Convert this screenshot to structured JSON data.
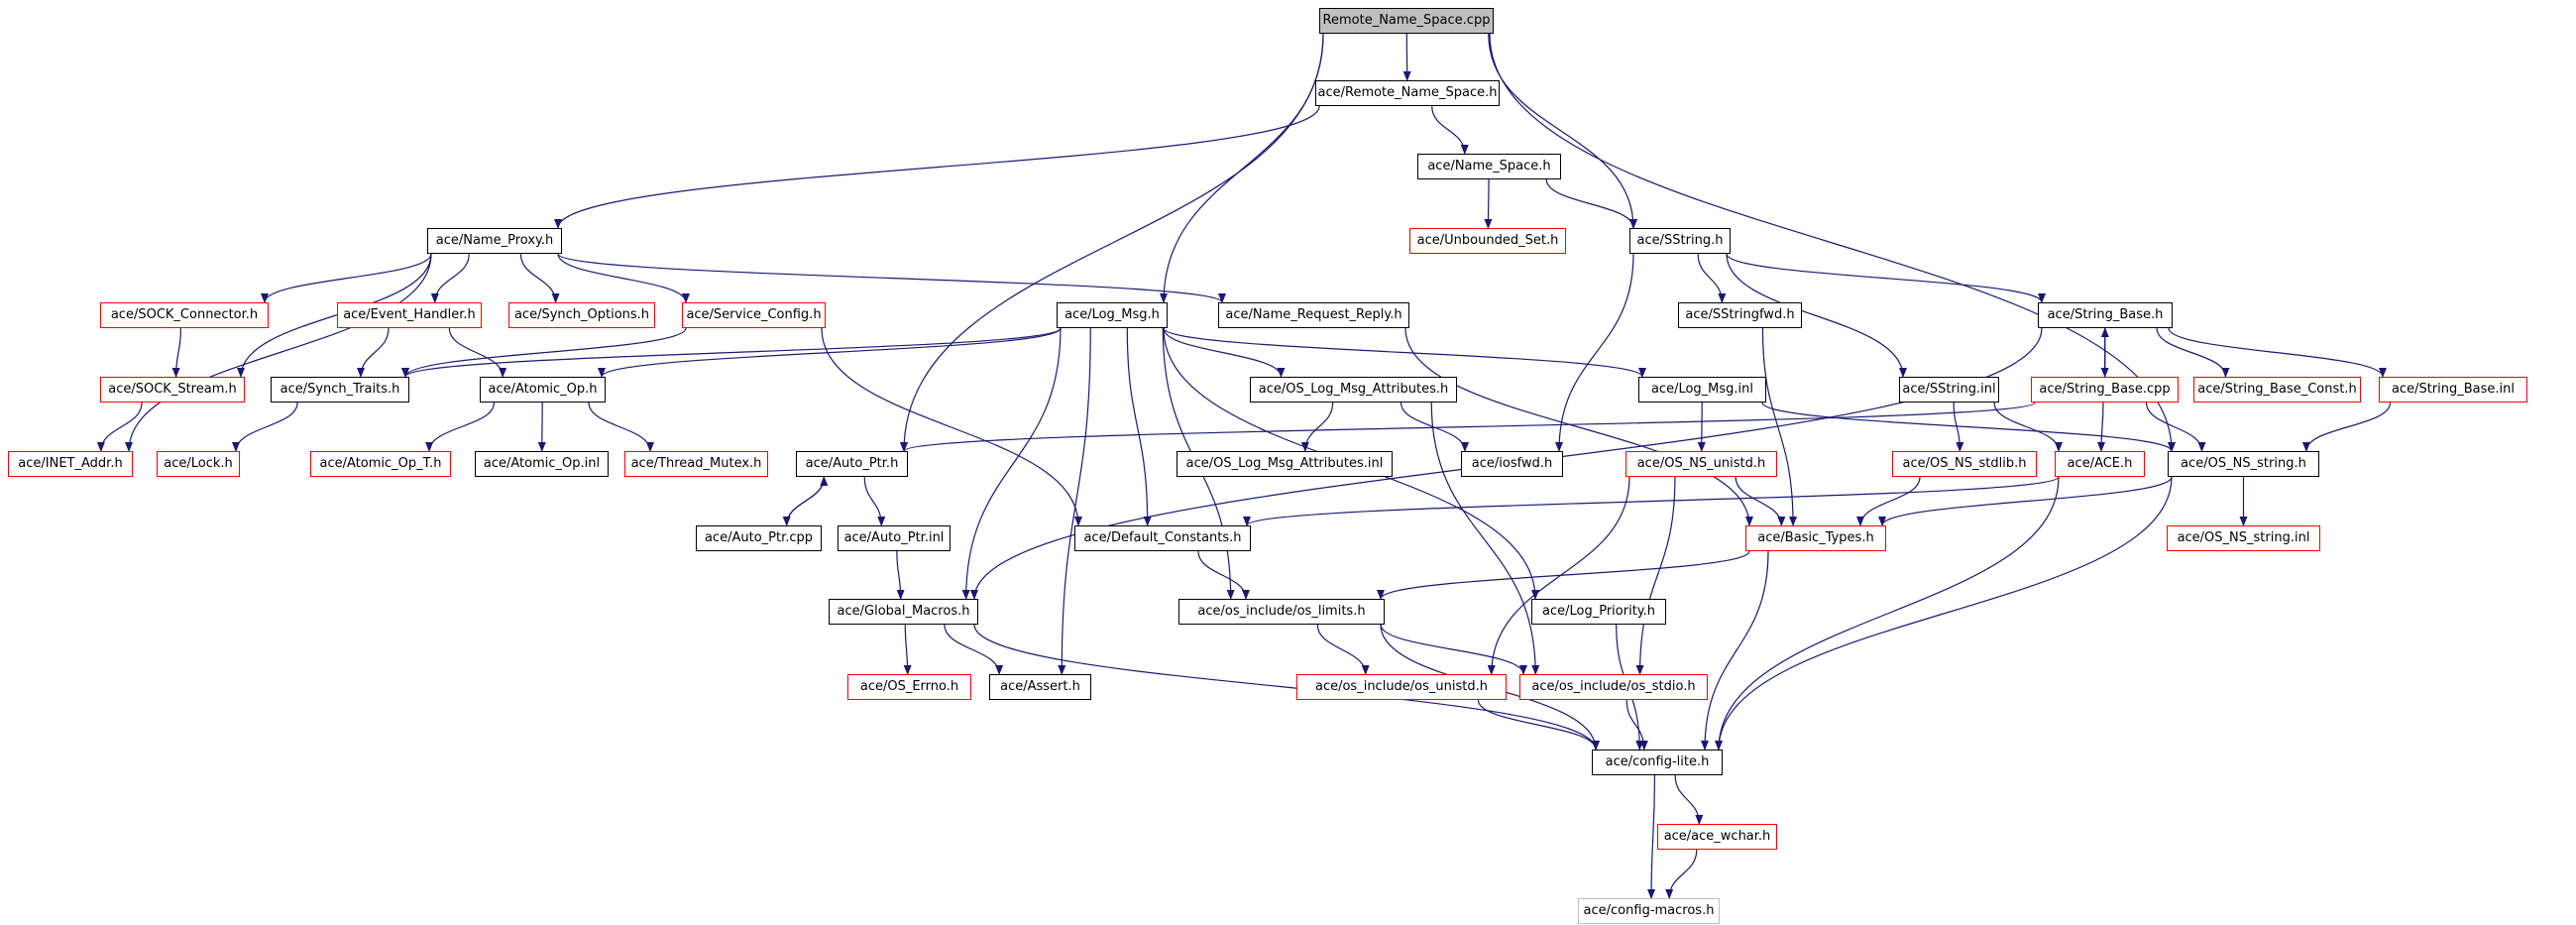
{
  "graph": {
    "edge_color": "#191970",
    "nodes": [
      {
        "id": "remote_name_space_cpp",
        "label": "Remote_Name_Space.cpp",
        "style": "root"
      },
      {
        "id": "remote_name_space_h",
        "label": "ace/Remote_Name_Space.h",
        "style": "black"
      },
      {
        "id": "name_space_h",
        "label": "ace/Name_Space.h",
        "style": "black"
      },
      {
        "id": "unbounded_set_h",
        "label": "ace/Unbounded_Set.h",
        "style": "red"
      },
      {
        "id": "sstring_h",
        "label": "ace/SString.h",
        "style": "black"
      },
      {
        "id": "name_proxy_h",
        "label": "ace/Name_Proxy.h",
        "style": "black"
      },
      {
        "id": "sock_connector_h",
        "label": "ace/SOCK_Connector.h",
        "style": "red"
      },
      {
        "id": "event_handler_h",
        "label": "ace/Event_Handler.h",
        "style": "red"
      },
      {
        "id": "synch_options_h",
        "label": "ace/Synch_Options.h",
        "style": "red"
      },
      {
        "id": "service_config_h",
        "label": "ace/Service_Config.h",
        "style": "red"
      },
      {
        "id": "log_msg_h",
        "label": "ace/Log_Msg.h",
        "style": "black"
      },
      {
        "id": "name_request_reply_h",
        "label": "ace/Name_Request_Reply.h",
        "style": "black"
      },
      {
        "id": "sstringfwd_h",
        "label": "ace/SStringfwd.h",
        "style": "black"
      },
      {
        "id": "string_base_h",
        "label": "ace/String_Base.h",
        "style": "black"
      },
      {
        "id": "sock_stream_h",
        "label": "ace/SOCK_Stream.h",
        "style": "red"
      },
      {
        "id": "synch_traits_h",
        "label": "ace/Synch_Traits.h",
        "style": "black"
      },
      {
        "id": "atomic_op_h",
        "label": "ace/Atomic_Op.h",
        "style": "black"
      },
      {
        "id": "os_log_msg_attributes_h",
        "label": "ace/OS_Log_Msg_Attributes.h",
        "style": "black"
      },
      {
        "id": "log_msg_inl",
        "label": "ace/Log_Msg.inl",
        "style": "black"
      },
      {
        "id": "sstring_inl",
        "label": "ace/SString.inl",
        "style": "black"
      },
      {
        "id": "string_base_cpp",
        "label": "ace/String_Base.cpp",
        "style": "red"
      },
      {
        "id": "string_base_const_h",
        "label": "ace/String_Base_Const.h",
        "style": "red"
      },
      {
        "id": "string_base_inl",
        "label": "ace/String_Base.inl",
        "style": "red"
      },
      {
        "id": "inet_addr_h",
        "label": "ace/INET_Addr.h",
        "style": "red"
      },
      {
        "id": "lock_h",
        "label": "ace/Lock.h",
        "style": "red"
      },
      {
        "id": "atomic_op_t_h",
        "label": "ace/Atomic_Op_T.h",
        "style": "red"
      },
      {
        "id": "atomic_op_inl",
        "label": "ace/Atomic_Op.inl",
        "style": "black"
      },
      {
        "id": "thread_mutex_h",
        "label": "ace/Thread_Mutex.h",
        "style": "red"
      },
      {
        "id": "auto_ptr_h",
        "label": "ace/Auto_Ptr.h",
        "style": "black"
      },
      {
        "id": "os_log_msg_attributes_inl",
        "label": "ace/OS_Log_Msg_Attributes.inl",
        "style": "black"
      },
      {
        "id": "iosfwd_h",
        "label": "ace/iosfwd.h",
        "style": "black"
      },
      {
        "id": "os_ns_unistd_h",
        "label": "ace/OS_NS_unistd.h",
        "style": "red"
      },
      {
        "id": "os_ns_stdlib_h",
        "label": "ace/OS_NS_stdlib.h",
        "style": "red"
      },
      {
        "id": "ace_h",
        "label": "ace/ACE.h",
        "style": "red"
      },
      {
        "id": "os_ns_string_h",
        "label": "ace/OS_NS_string.h",
        "style": "black"
      },
      {
        "id": "auto_ptr_cpp",
        "label": "ace/Auto_Ptr.cpp",
        "style": "black"
      },
      {
        "id": "auto_ptr_inl",
        "label": "ace/Auto_Ptr.inl",
        "style": "black"
      },
      {
        "id": "default_constants_h",
        "label": "ace/Default_Constants.h",
        "style": "black"
      },
      {
        "id": "basic_types_h",
        "label": "ace/Basic_Types.h",
        "style": "red"
      },
      {
        "id": "os_ns_string_inl",
        "label": "ace/OS_NS_string.inl",
        "style": "red"
      },
      {
        "id": "global_macros_h",
        "label": "ace/Global_Macros.h",
        "style": "black"
      },
      {
        "id": "os_limits_h",
        "label": "ace/os_include/os_limits.h",
        "style": "black"
      },
      {
        "id": "log_priority_h",
        "label": "ace/Log_Priority.h",
        "style": "black"
      },
      {
        "id": "os_errno_h",
        "label": "ace/OS_Errno.h",
        "style": "red"
      },
      {
        "id": "assert_h",
        "label": "ace/Assert.h",
        "style": "black"
      },
      {
        "id": "os_unistd_h",
        "label": "ace/os_include/os_unistd.h",
        "style": "red"
      },
      {
        "id": "os_stdio_h",
        "label": "ace/os_include/os_stdio.h",
        "style": "red"
      },
      {
        "id": "config_lite_h",
        "label": "ace/config-lite.h",
        "style": "black"
      },
      {
        "id": "ace_wchar_h",
        "label": "ace/ace_wchar.h",
        "style": "red"
      },
      {
        "id": "config_macros_h",
        "label": "ace/config-macros.h",
        "style": "gray"
      }
    ],
    "edges": [
      [
        "remote_name_space_cpp",
        "remote_name_space_h"
      ],
      [
        "remote_name_space_cpp",
        "sstring_h"
      ],
      [
        "remote_name_space_cpp",
        "log_msg_h"
      ],
      [
        "remote_name_space_cpp",
        "auto_ptr_h"
      ],
      [
        "remote_name_space_cpp",
        "os_ns_string_h"
      ],
      [
        "remote_name_space_h",
        "name_space_h"
      ],
      [
        "remote_name_space_h",
        "name_proxy_h"
      ],
      [
        "name_space_h",
        "unbounded_set_h"
      ],
      [
        "name_space_h",
        "sstring_h"
      ],
      [
        "name_proxy_h",
        "inet_addr_h"
      ],
      [
        "name_proxy_h",
        "sock_connector_h"
      ],
      [
        "name_proxy_h",
        "sock_stream_h"
      ],
      [
        "name_proxy_h",
        "event_handler_h"
      ],
      [
        "name_proxy_h",
        "synch_options_h"
      ],
      [
        "name_proxy_h",
        "service_config_h"
      ],
      [
        "name_proxy_h",
        "name_request_reply_h"
      ],
      [
        "sock_connector_h",
        "sock_stream_h"
      ],
      [
        "sock_stream_h",
        "inet_addr_h"
      ],
      [
        "event_handler_h",
        "synch_traits_h"
      ],
      [
        "event_handler_h",
        "atomic_op_h"
      ],
      [
        "service_config_h",
        "synch_traits_h"
      ],
      [
        "service_config_h",
        "default_constants_h"
      ],
      [
        "synch_traits_h",
        "lock_h"
      ],
      [
        "atomic_op_h",
        "atomic_op_t_h"
      ],
      [
        "atomic_op_h",
        "atomic_op_inl"
      ],
      [
        "atomic_op_h",
        "thread_mutex_h"
      ],
      [
        "log_msg_h",
        "synch_traits_h"
      ],
      [
        "log_msg_h",
        "atomic_op_h"
      ],
      [
        "log_msg_h",
        "global_macros_h"
      ],
      [
        "log_msg_h",
        "os_log_msg_attributes_h"
      ],
      [
        "log_msg_h",
        "log_msg_inl"
      ],
      [
        "log_msg_h",
        "default_constants_h"
      ],
      [
        "log_msg_h",
        "os_limits_h"
      ],
      [
        "log_msg_h",
        "log_priority_h"
      ],
      [
        "log_msg_h",
        "assert_h"
      ],
      [
        "name_request_reply_h",
        "basic_types_h"
      ],
      [
        "sstring_h",
        "sstringfwd_h"
      ],
      [
        "sstring_h",
        "string_base_h"
      ],
      [
        "sstring_h",
        "sstring_inl"
      ],
      [
        "sstring_h",
        "iosfwd_h"
      ],
      [
        "sstringfwd_h",
        "basic_types_h"
      ],
      [
        "string_base_h",
        "string_base_cpp"
      ],
      [
        "string_base_h",
        "string_base_const_h"
      ],
      [
        "string_base_h",
        "string_base_inl"
      ],
      [
        "string_base_h",
        "global_macros_h"
      ],
      [
        "string_base_cpp",
        "string_base_h"
      ],
      [
        "string_base_cpp",
        "auto_ptr_h"
      ],
      [
        "string_base_cpp",
        "ace_h"
      ],
      [
        "string_base_cpp",
        "os_ns_string_h"
      ],
      [
        "string_base_inl",
        "os_ns_string_h"
      ],
      [
        "os_log_msg_attributes_h",
        "os_log_msg_attributes_inl"
      ],
      [
        "os_log_msg_attributes_h",
        "iosfwd_h"
      ],
      [
        "os_log_msg_attributes_h",
        "os_stdio_h"
      ],
      [
        "log_msg_inl",
        "os_ns_unistd_h"
      ],
      [
        "log_msg_inl",
        "os_ns_string_h"
      ],
      [
        "sstring_inl",
        "os_ns_stdlib_h"
      ],
      [
        "sstring_inl",
        "ace_h"
      ],
      [
        "os_ns_stdlib_h",
        "basic_types_h"
      ],
      [
        "os_ns_unistd_h",
        "basic_types_h"
      ],
      [
        "os_ns_unistd_h",
        "os_unistd_h"
      ],
      [
        "os_ns_unistd_h",
        "os_stdio_h"
      ],
      [
        "ace_h",
        "default_constants_h"
      ],
      [
        "ace_h",
        "config_lite_h"
      ],
      [
        "os_ns_string_h",
        "os_ns_string_inl"
      ],
      [
        "os_ns_string_h",
        "basic_types_h"
      ],
      [
        "os_ns_string_h",
        "config_lite_h"
      ],
      [
        "auto_ptr_h",
        "auto_ptr_cpp"
      ],
      [
        "auto_ptr_h",
        "auto_ptr_inl"
      ],
      [
        "auto_ptr_cpp",
        "auto_ptr_h"
      ],
      [
        "auto_ptr_inl",
        "global_macros_h"
      ],
      [
        "default_constants_h",
        "os_limits_h"
      ],
      [
        "basic_types_h",
        "os_limits_h"
      ],
      [
        "basic_types_h",
        "config_lite_h"
      ],
      [
        "global_macros_h",
        "os_errno_h"
      ],
      [
        "global_macros_h",
        "assert_h"
      ],
      [
        "global_macros_h",
        "config_lite_h"
      ],
      [
        "os_limits_h",
        "os_unistd_h"
      ],
      [
        "os_limits_h",
        "os_stdio_h"
      ],
      [
        "os_limits_h",
        "config_lite_h"
      ],
      [
        "log_priority_h",
        "config_lite_h"
      ],
      [
        "os_unistd_h",
        "config_lite_h"
      ],
      [
        "os_stdio_h",
        "config_lite_h"
      ],
      [
        "config_lite_h",
        "ace_wchar_h"
      ],
      [
        "config_lite_h",
        "config_macros_h"
      ],
      [
        "ace_wchar_h",
        "config_macros_h"
      ]
    ]
  }
}
